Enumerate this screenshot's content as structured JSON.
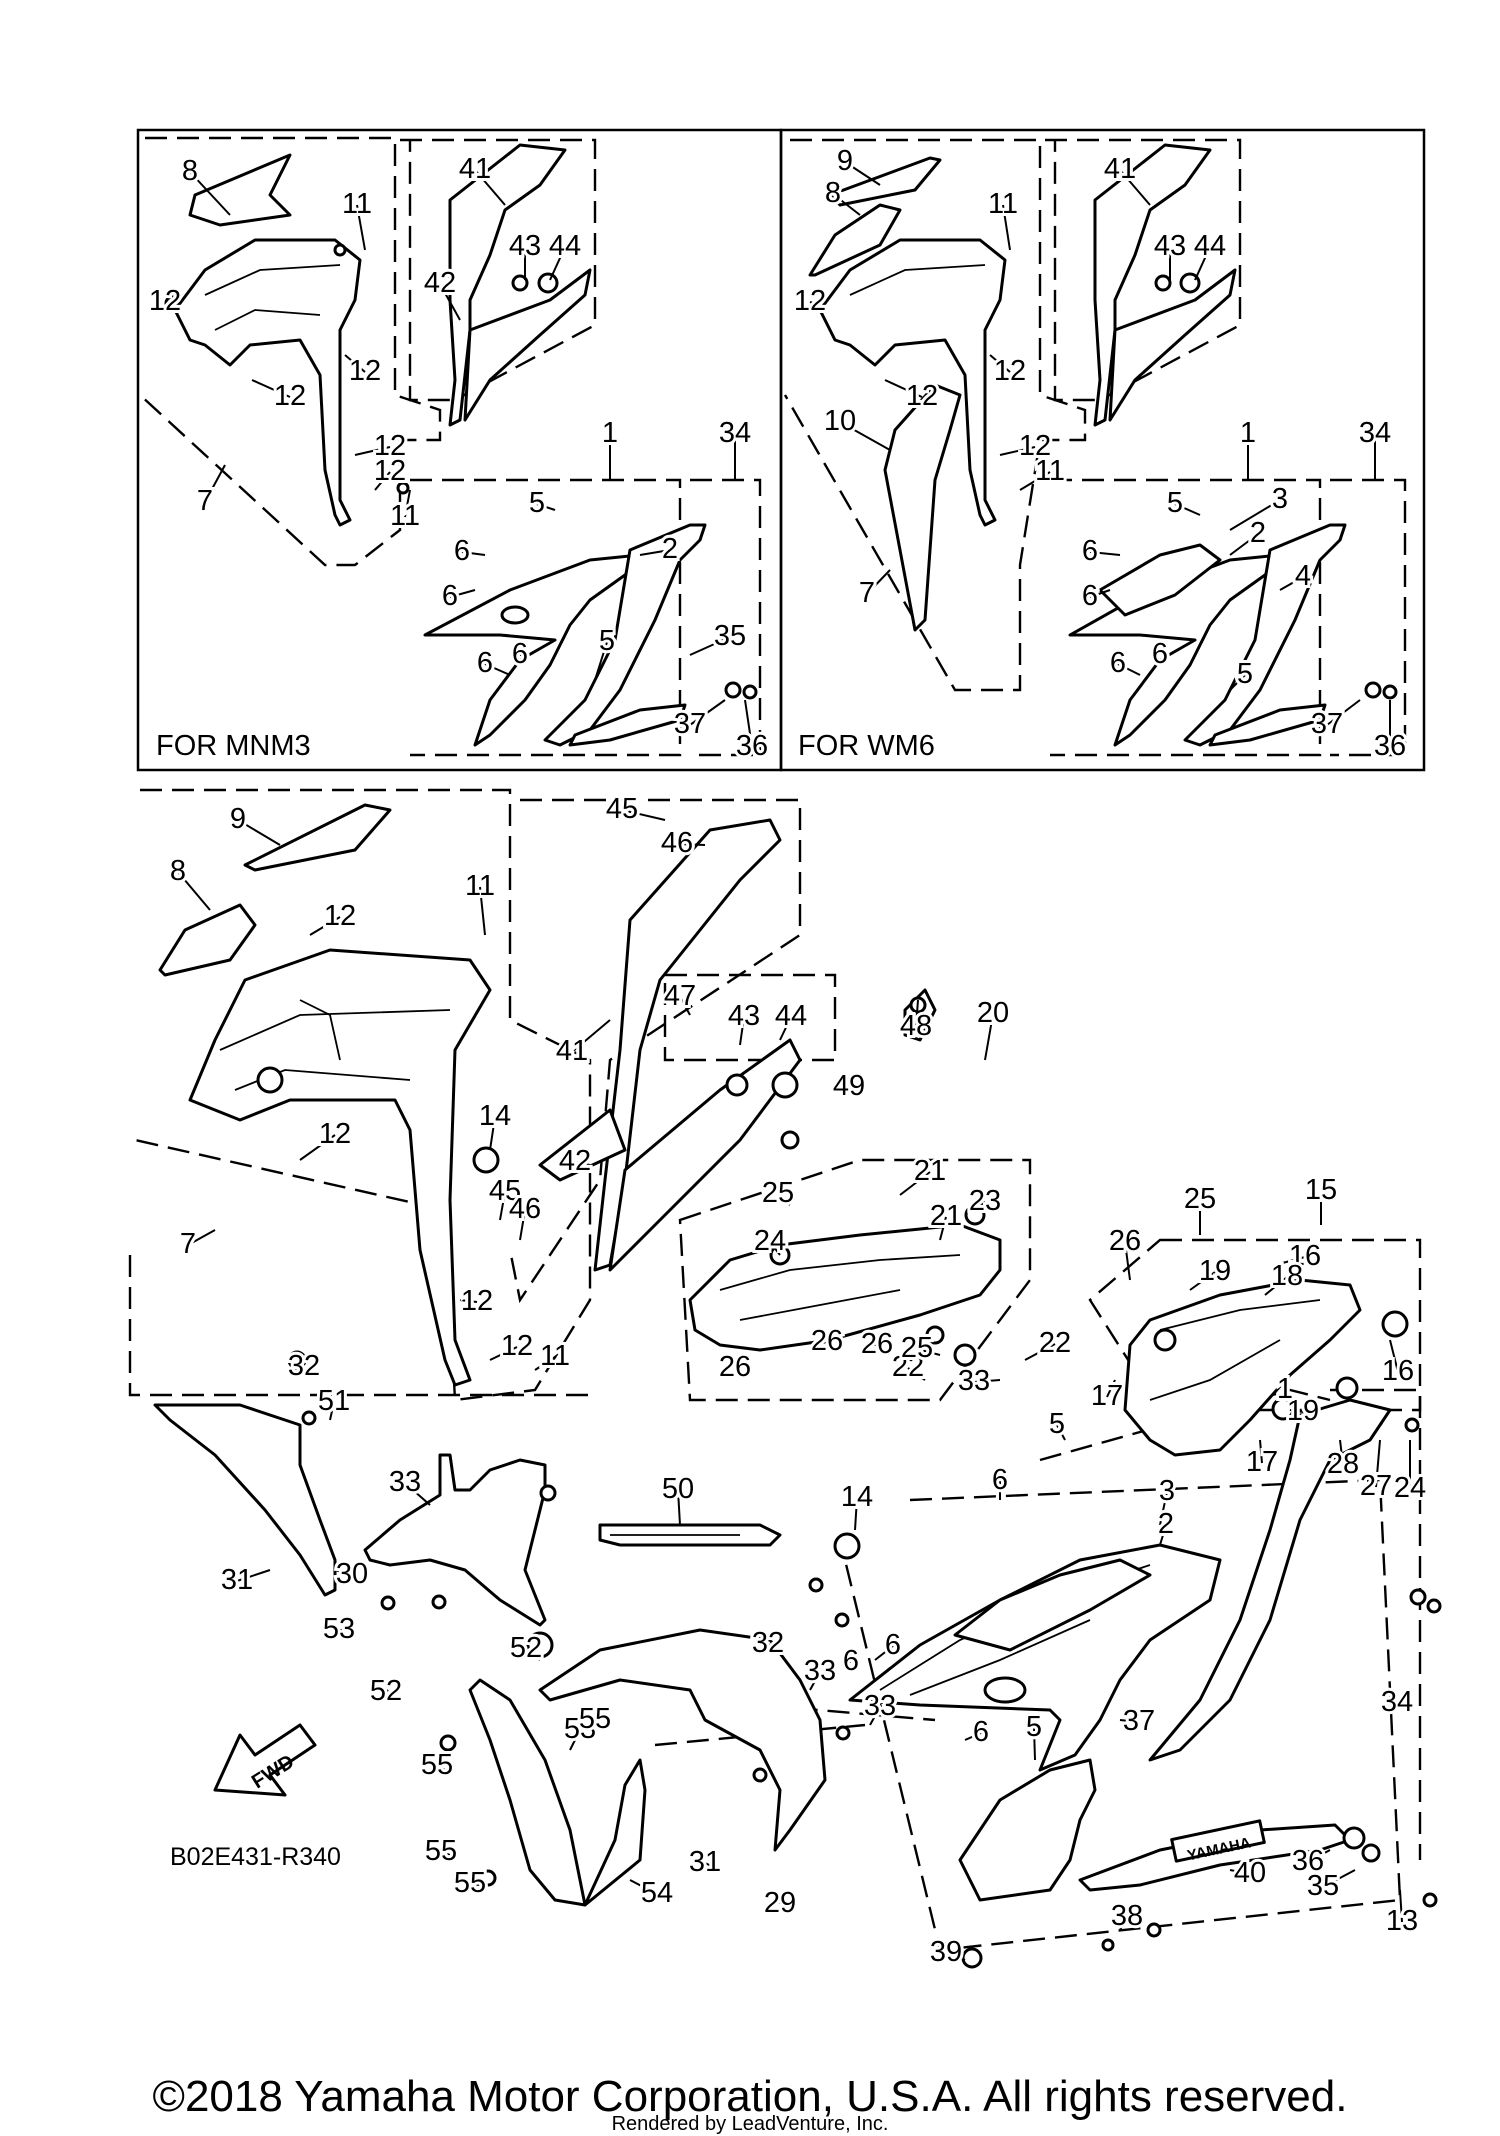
{
  "inset_left_label": "FOR MNM3",
  "inset_right_label": "FOR WM6",
  "diagram_code": "B02E431-R340",
  "fwd_label": "FWD",
  "brand_text": "YAMAHA",
  "copyright": "©2018 Yamaha Motor Corporation, U.S.A. All rights reserved.",
  "rendered_by": "Rendered by LeadVenture, Inc.",
  "inset_left_callouts": [
    "8",
    "11",
    "12",
    "12",
    "12",
    "12",
    "12",
    "11",
    "7",
    "41",
    "43",
    "44",
    "42",
    "1",
    "34",
    "5",
    "6",
    "6",
    "2",
    "35",
    "6",
    "6",
    "5",
    "37",
    "36"
  ],
  "inset_right_callouts": [
    "9",
    "8",
    "11",
    "12",
    "12",
    "12",
    "12",
    "11",
    "10",
    "7",
    "41",
    "43",
    "44",
    "1",
    "34",
    "3",
    "5",
    "6",
    "2",
    "6",
    "4",
    "6",
    "6",
    "5",
    "37",
    "36"
  ],
  "main_callouts": [
    "9",
    "8",
    "12",
    "11",
    "41",
    "45",
    "46",
    "47",
    "43",
    "44",
    "48",
    "49",
    "20",
    "21",
    "23",
    "21",
    "25",
    "24",
    "14",
    "12",
    "45",
    "46",
    "42",
    "7",
    "12",
    "12",
    "11",
    "15",
    "25",
    "26",
    "16",
    "19",
    "18",
    "16",
    "17",
    "19",
    "17",
    "28",
    "27",
    "24",
    "22",
    "25",
    "22",
    "26",
    "26",
    "26",
    "33",
    "32",
    "51",
    "33",
    "30",
    "31",
    "53",
    "52",
    "52",
    "50",
    "14",
    "5",
    "6",
    "3",
    "1",
    "2",
    "6",
    "39",
    "38",
    "34",
    "32",
    "33",
    "53",
    "33",
    "55",
    "55",
    "55",
    "55",
    "54",
    "31",
    "29",
    "6",
    "6",
    "5",
    "37",
    "36",
    "35",
    "40",
    "13",
    "39",
    "38"
  ]
}
